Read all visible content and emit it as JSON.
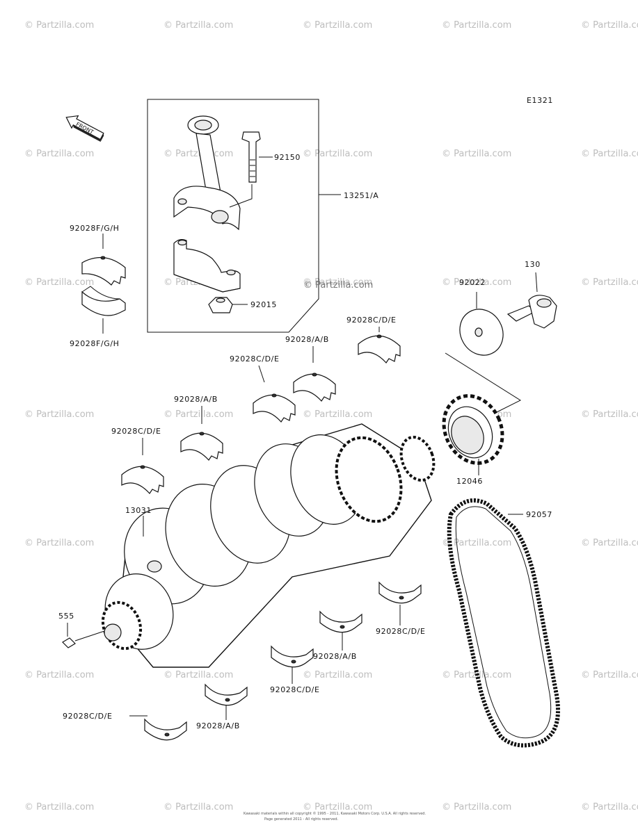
{
  "diagram_code": "E1321",
  "watermark": {
    "text": "© Partzilla.com",
    "center_text": "© Partzilla.com"
  },
  "front_arrow_label": "FRONT",
  "labels": {
    "p92150": "92150",
    "p13251": "13251/A",
    "p92028fgh_top": "92028F/G/H",
    "p92028fgh_bottom": "92028F/G/H",
    "p92015": "92015",
    "p92022": "92022",
    "p130": "130",
    "p92028cde_1": "92028C/D/E",
    "p92028ab_1": "92028/A/B",
    "p92028cde_2": "92028C/D/E",
    "p92028ab_2": "92028/A/B",
    "p92028cde_3": "92028C/D/E",
    "p12046": "12046",
    "p92057": "92057",
    "p13031": "13031",
    "p555": "555",
    "p92028cde_4": "92028C/D/E",
    "p92028ab_3": "92028/A/B",
    "p92028cde_5": "92028C/D/E",
    "p92028ab_4": "92028/A/B",
    "p92028cde_6": "92028C/D/E"
  },
  "copyright_line1": "Kawasaki materials within all copyright © 1995 - 2011, Kawasaki Motors Corp. U.S.A. All rights reserved.",
  "copyright_line2": "Page generated 2011 - All rights reserved."
}
